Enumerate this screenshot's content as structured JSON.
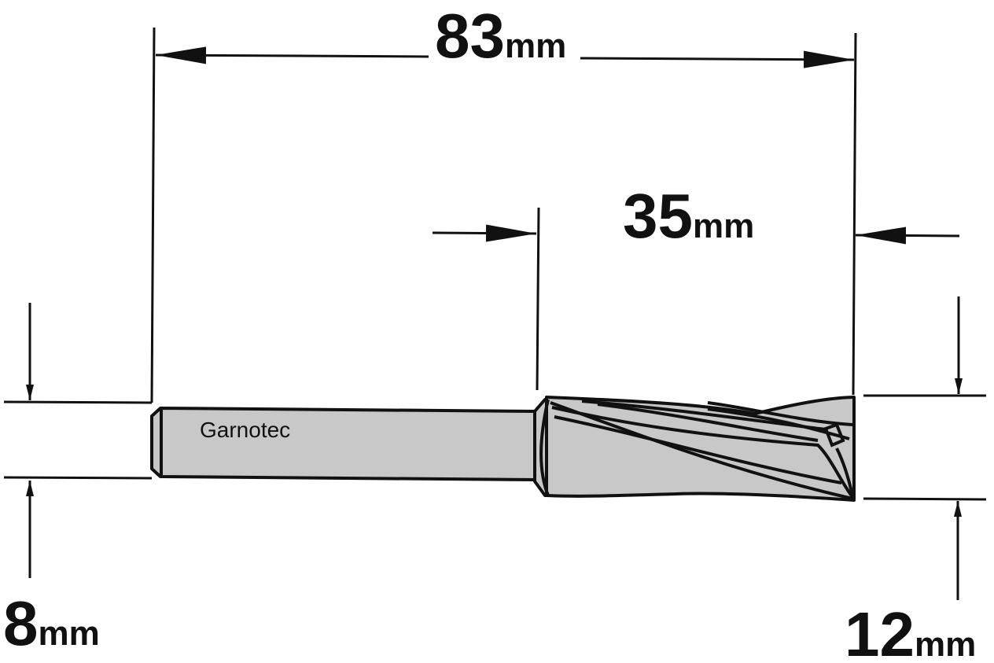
{
  "dimensions": {
    "overall_length": {
      "value": "83",
      "unit": "mm"
    },
    "cutting_length": {
      "value": "35",
      "unit": "mm"
    },
    "shank_diameter": {
      "value": "8",
      "unit": "mm"
    },
    "cutting_diameter": {
      "value": "12",
      "unit": "mm"
    }
  },
  "brand": "Garnotec",
  "colors": {
    "ink": "#111111",
    "tool_fill": "#c8c8c8",
    "background": "#ffffff"
  }
}
